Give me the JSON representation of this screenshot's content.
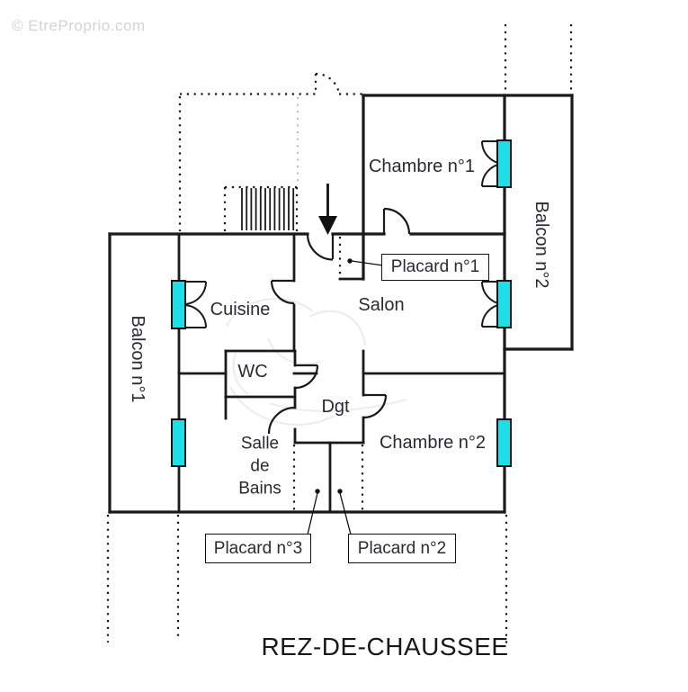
{
  "watermark": {
    "text": "© EtreProprio.com"
  },
  "title": "REZ-DE-CHAUSSEE",
  "rooms": {
    "chambre1": "Chambre n°1",
    "chambre2": "Chambre n°2",
    "balcon1": "Balcon n°1",
    "balcon2": "Balcon n°2",
    "cuisine": "Cuisine",
    "salon": "Salon",
    "wc": "WC",
    "dgt": "Dgt",
    "salle_de_bains": "Salle de Bains"
  },
  "closets": {
    "placard1": "Placard n°1",
    "placard2": "Placard n°2",
    "placard3": "Placard n°3"
  },
  "colors": {
    "window": "#1edee8",
    "wall": "#1a1a1a",
    "label": "#2a2a33",
    "watermark": "#d3d3d3"
  }
}
